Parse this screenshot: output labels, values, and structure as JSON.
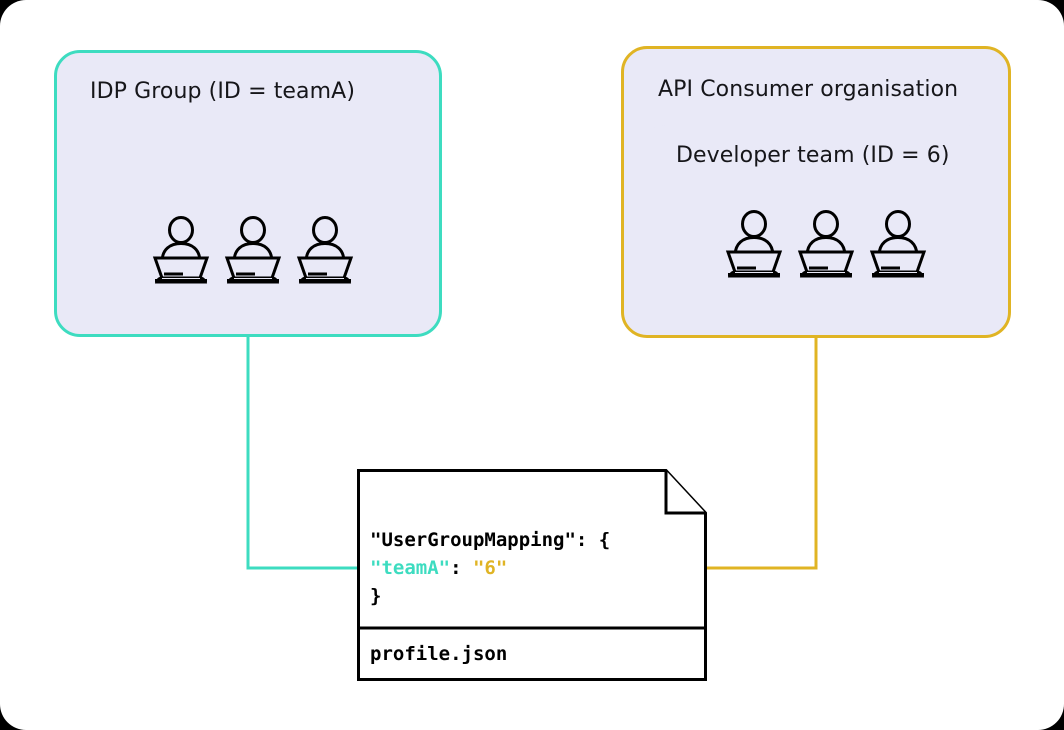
{
  "canvas": {
    "background": "#ffffff",
    "frame_color": "#000000"
  },
  "colors": {
    "teal": "#3ddcc0",
    "gold": "#e0b424",
    "box_fill": "#e9e9f7",
    "ink": "#16161a",
    "gray_line": "#d8d8d8"
  },
  "idp_group": {
    "title": "IDP Group (ID = teamA)",
    "border_color": "#3ddcc0",
    "people_count": 3,
    "person_icon": "person-at-laptop-icon"
  },
  "api_org": {
    "title": "API Consumer organisation",
    "border_color": "#e0b424",
    "developer_team": {
      "title": "Developer team (ID = 6)",
      "border_color": "#e0b424",
      "people_count": 3,
      "person_icon": "person-at-laptop-icon"
    }
  },
  "document_card": {
    "filename": "profile.json",
    "lines": [
      {
        "indent": 0,
        "parts": [
          {
            "text": "\"UserGroupMapping\": {",
            "color": "plain"
          }
        ]
      },
      {
        "indent": 1,
        "parts": [
          {
            "text": "\"teamA\"",
            "color": "key"
          },
          {
            "text": ": ",
            "color": "plain"
          },
          {
            "text": "\"6\"",
            "color": "val"
          }
        ]
      },
      {
        "indent": 0,
        "parts": [
          {
            "text": "}",
            "color": "plain"
          }
        ]
      }
    ],
    "mapping_key": "\"teamA\"",
    "mapping_value": "\"6\"",
    "mapping_root": "\"UserGroupMapping\""
  },
  "connectors": [
    {
      "name": "idp-to-mapping-key",
      "color": "#3ddcc0",
      "from": "idp_group",
      "to": "document_card",
      "arrow": "right"
    },
    {
      "name": "devteam-to-mapping-value",
      "color": "#e0b424",
      "from": "api_org.developer_team",
      "to": "document_card",
      "arrow": "left"
    },
    {
      "name": "devteam-stub",
      "color": "#d8d8d8",
      "from": "api_org.developer_team",
      "to": "api_org",
      "arrow": "none"
    }
  ]
}
